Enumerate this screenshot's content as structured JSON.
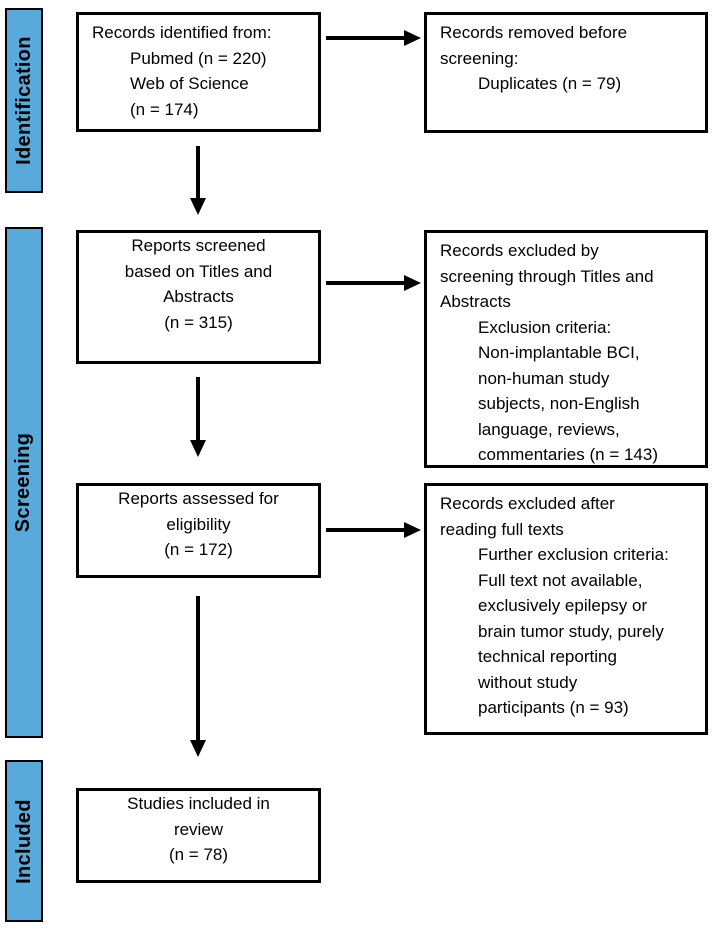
{
  "stages": [
    {
      "label": "Identification"
    },
    {
      "label": "Screening"
    },
    {
      "label": "Included"
    }
  ],
  "boxes": {
    "records_identified": {
      "lines": [
        "Records identified from:",
        "Pubmed (n = 220)",
        "Web of Science",
        "(n = 174)"
      ]
    },
    "records_removed": {
      "lines": [
        "Records removed before",
        "screening:",
        "Duplicates (n = 79)"
      ]
    },
    "reports_screened": {
      "lines": [
        "Reports screened",
        "based on Titles and",
        "Abstracts",
        "(n = 315)"
      ]
    },
    "records_excluded_screening": {
      "lines": [
        "Records excluded by",
        "screening through Titles and",
        "Abstracts",
        "Exclusion criteria:",
        "Non-implantable BCI,",
        "non-human study",
        "subjects, non-English",
        "language, reviews,",
        "commentaries (n = 143)"
      ]
    },
    "reports_assessed": {
      "lines": [
        "Reports assessed for",
        "eligibility",
        "(n = 172)"
      ]
    },
    "records_excluded_fulltext": {
      "lines": [
        "Records excluded after",
        "reading full texts",
        "Further exclusion criteria:",
        "Full text not available,",
        "exclusively epilepsy or",
        "brain tumor study, purely",
        "technical reporting",
        "without study",
        "participants (n = 93)"
      ]
    },
    "studies_included": {
      "lines": [
        "Studies included in",
        "review",
        "(n = 78)"
      ]
    }
  },
  "colors": {
    "stage_band_blue": "#58aadb",
    "line_black": "#000000",
    "background": "#ffffff"
  }
}
